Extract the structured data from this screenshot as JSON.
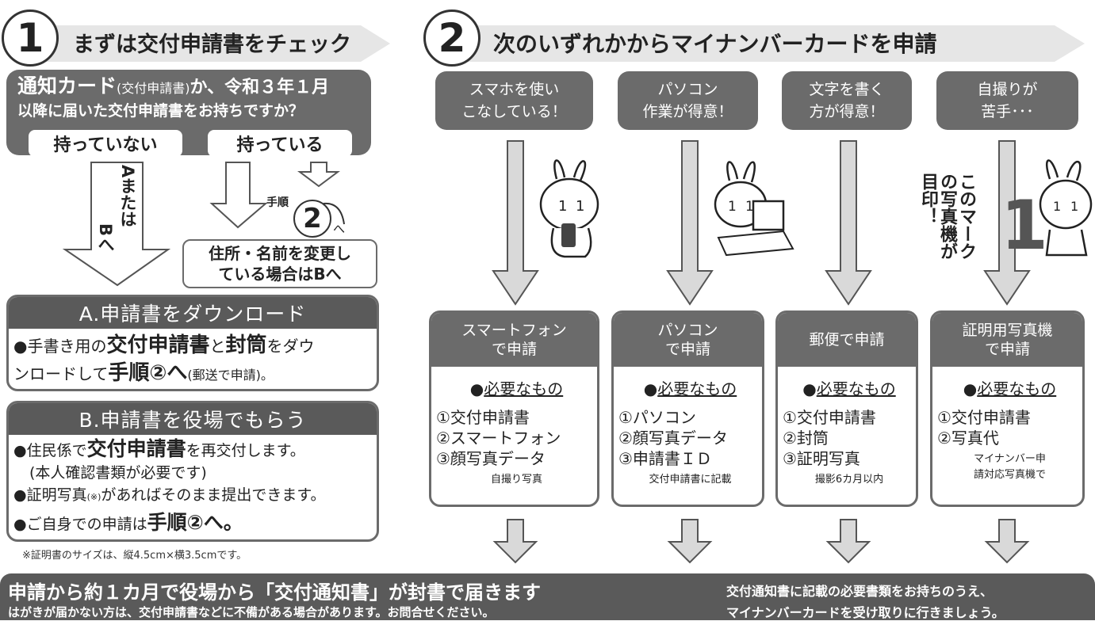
{
  "step1": {
    "number": "1",
    "title": "まずは交付申請書をチェック",
    "question_main": "通知カード",
    "question_paren": "(交付申請書)",
    "question_rest": "か、令和３年１月",
    "question_line2": "以降に届いた交付申請書をお持ちですか？",
    "no_label": "持っていない",
    "yes_label": "持っている",
    "arrow_a_text": "Aまたは",
    "arrow_b_text": "Bへ",
    "tejun_label": "手順",
    "tejun_num": "2",
    "tejun_he": "へ",
    "change_note_1": "住所・名前を変更し",
    "change_note_2": "ている場合はBへ",
    "a_title": "A.申請書をダウンロード",
    "a_l1_a": "●手書き用の",
    "a_l1_b": "交付申請書",
    "a_l1_c": "と",
    "a_l1_d": "封筒",
    "a_l1_e": "をダウ",
    "a_l2_a": "ンロードして",
    "a_l2_b": "手順②へ",
    "a_l2_c": "(郵送で申請)。",
    "b_title": "B.申請書を役場でもらう",
    "b_l1_a": "●住民係で",
    "b_l1_b": "交付申請書",
    "b_l1_c": "を再交付します。",
    "b_l2": "(本人確認書類が必要です)",
    "b_l3_a": "●証明写真",
    "b_l3_b": "(※)",
    "b_l3_c": "があればそのまま提出できます。",
    "b_l4_a": "●ご自身での申請は",
    "b_l4_b": "手順②へ。",
    "footnote": "※証明書のサイズは、縦4.5cm×横3.5cmです。"
  },
  "step2": {
    "number": "2",
    "title": "次のいずれかからマイナンバーカードを申請",
    "mark_note": "このマークの写真機が目印！",
    "mark_col1": "このマーク",
    "mark_col2": "の写真機が",
    "mark_col3": "目印！",
    "needs_label": "必要なもの",
    "columns": [
      {
        "top": [
          "スマホを使い",
          "こなしている！"
        ],
        "method": [
          "スマートフォン",
          "で申請"
        ],
        "items": [
          "①交付申請書",
          "②スマートフォン",
          "③顔写真データ"
        ],
        "note": "自撮り写真"
      },
      {
        "top": [
          "パソコン",
          "作業が得意！"
        ],
        "method": [
          "パソコン",
          "で申請"
        ],
        "items": [
          "①パソコン",
          "②顔写真データ",
          "③申請書ＩＤ"
        ],
        "note": "交付申請書に記載"
      },
      {
        "top": [
          "文字を書く",
          "方が得意！"
        ],
        "method": [
          "郵便で申請",
          ""
        ],
        "items": [
          "①交付申請書",
          "②封筒",
          "③証明写真"
        ],
        "note": "撮影6カ月以内"
      },
      {
        "top": [
          "自撮りが",
          "苦手･･･"
        ],
        "method": [
          "証明用写真機",
          "で申請"
        ],
        "items": [
          "①交付申請書",
          "②写真代"
        ],
        "note": "マイナンバー申",
        "note2": "請対応写真機で"
      }
    ]
  },
  "bottom": {
    "headline": "申請から約１カ月で役場から「交付通知書」が封書で届きます",
    "subline": "はがきが届かない方は、交付申請書などに不備がある場合があります。お問合せください。",
    "right_1": "交付通知書に記載の必要書類をお持ちのうえ、",
    "right_2": "マイナンバーカードを受け取りに行きましょう。"
  },
  "colors": {
    "dark": "#5a5a5a",
    "mid": "#6b6b6b",
    "arrow": "#d9d9d9",
    "stroke": "#555555"
  }
}
